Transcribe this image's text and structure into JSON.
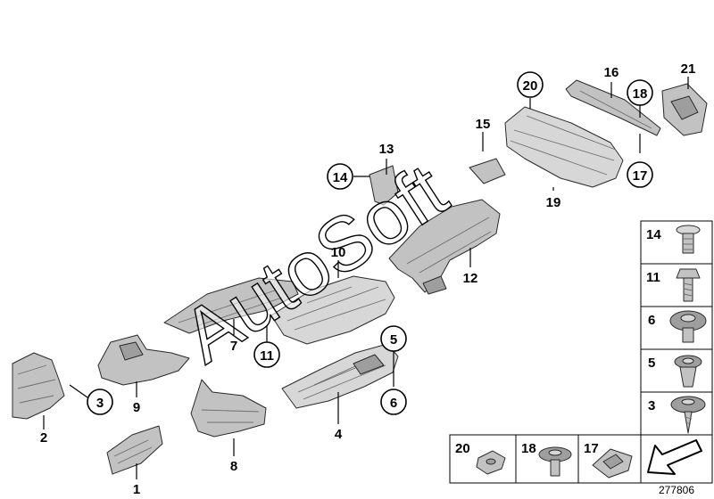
{
  "callouts": {
    "n1": "1",
    "n2": "2",
    "n3": "3",
    "n4": "4",
    "n5": "5",
    "n6": "6",
    "n7": "7",
    "n8": "8",
    "n9": "9",
    "n10": "10",
    "n11": "11",
    "n12": "12",
    "n13": "13",
    "n14": "14",
    "n15": "15",
    "n16": "16",
    "n17": "17",
    "n18": "18",
    "n19": "19",
    "n20": "20",
    "n21": "21"
  },
  "hardware_panel": {
    "vertical": [
      "14",
      "11",
      "6",
      "5",
      "3"
    ],
    "bottom": [
      "20",
      "18",
      "17"
    ]
  },
  "watermark": "AutoSoft",
  "diagram_id": "277806"
}
